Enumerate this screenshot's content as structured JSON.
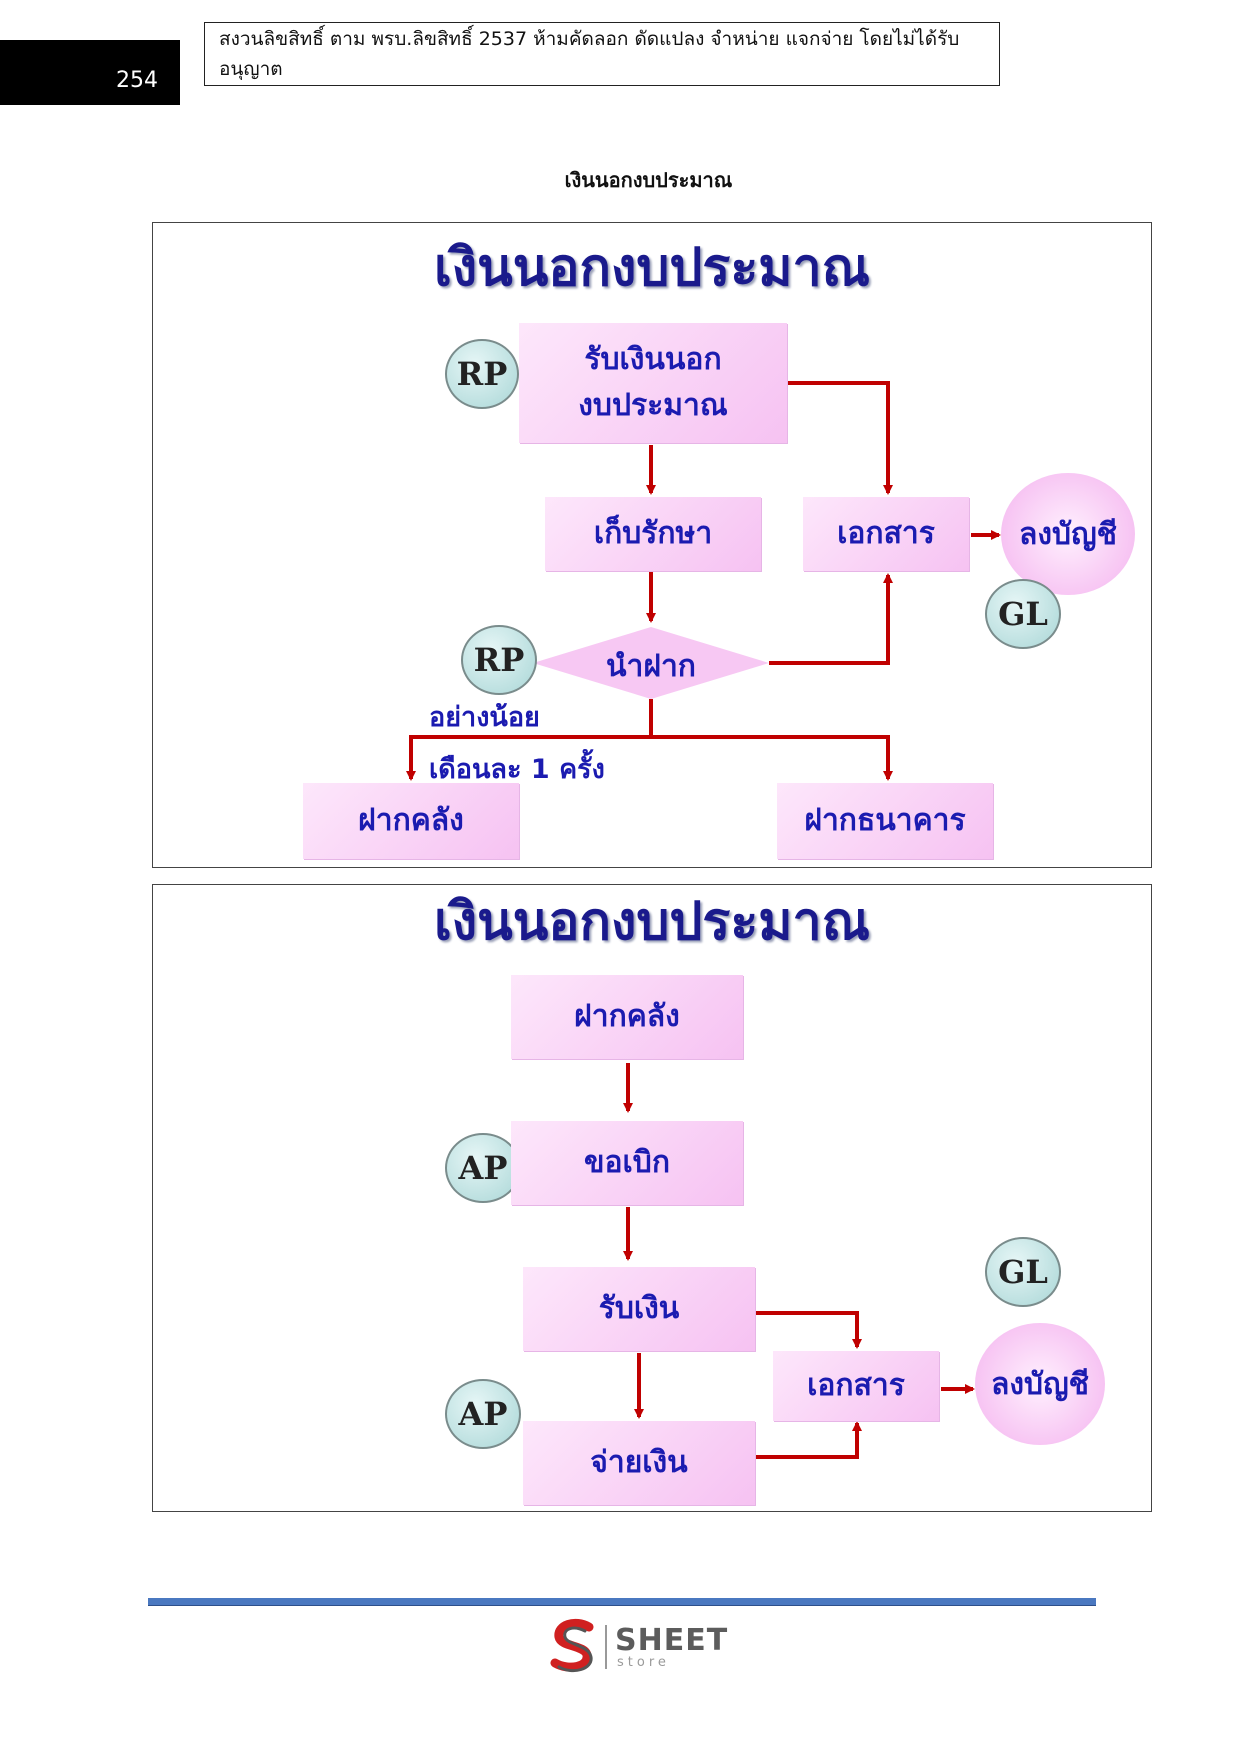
{
  "page": {
    "number": "254",
    "header": "สงวนลิขสิทธิ์ ตาม พรบ.ลิขสิทธิ์ 2537 ห้ามคัดลอก ดัดแปลง จำหน่าย แจกจ่าย โดยไม่ได้รับอนุญาต",
    "section_title": "เงินนอกงบประมาณ"
  },
  "panel1": {
    "title": "เงินนอกงบประมาณ",
    "box_receive_line1": "รับเงินนอก",
    "box_receive_line2": "งบประมาณ",
    "box_store": "เก็บรักษา",
    "box_document": "เอกสาร",
    "bubble_post": "ลงบัญชี",
    "diamond_deposit": "นำฝาก",
    "note_line1": "อย่างน้อย",
    "note_line2": "เดือนละ 1 ครั้ง",
    "box_treasury": "ฝากคลัง",
    "box_bank": "ฝากธนาคาร",
    "badge_rp1": "RP",
    "badge_rp2": "RP",
    "badge_gl": "GL"
  },
  "panel2": {
    "title": "เงินนอกงบประมาณ",
    "box_treasury": "ฝากคลัง",
    "box_withdraw": "ขอเบิก",
    "box_receive": "รับเงิน",
    "box_pay": "จ่ายเงิน",
    "box_document": "เอกสาร",
    "bubble_post": "ลงบัญชี",
    "badge_ap1": "AP",
    "badge_ap2": "AP",
    "badge_gl": "GL"
  },
  "footer": {
    "logo_text": "SHEET",
    "logo_sub": "store"
  },
  "colors": {
    "arrow": "#c00000",
    "box_text": "#1b1bb0",
    "title": "#1a1a8c",
    "footer_line": "#4a78c0"
  }
}
